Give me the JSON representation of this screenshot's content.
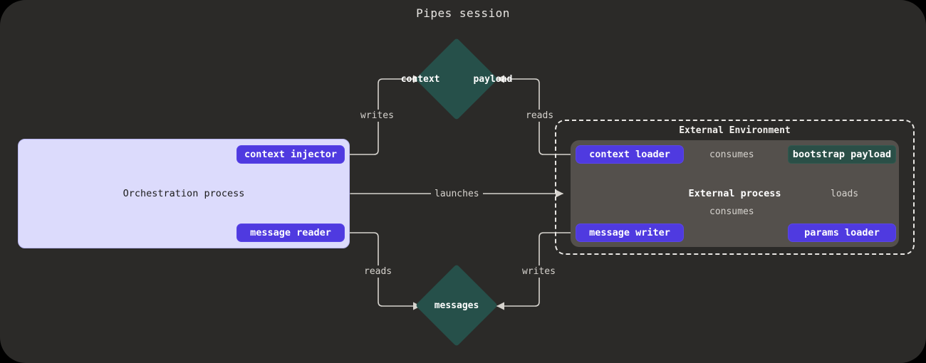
{
  "title": "Pipes session",
  "colors": {
    "canvas_bg": "#2b2a28",
    "orchestration_bg": "#dcdbfc",
    "pill_purple": "#4f3ae0",
    "diamond_teal": "#26504a",
    "payload_teal": "#2a4f47",
    "external_process_gray": "#54504c",
    "edge_stroke": "#d6d3ce",
    "text_light": "#f2f0ed",
    "text_dark": "#1c1c1c"
  },
  "orchestration": {
    "label": "Orchestration process",
    "nodes": [
      {
        "id": "context-injector",
        "label": "context injector"
      },
      {
        "id": "message-reader",
        "label": "message reader"
      }
    ]
  },
  "external_environment": {
    "label": "External Environment",
    "process_label": "External process",
    "nodes": [
      {
        "id": "context-loader",
        "label": "context loader"
      },
      {
        "id": "message-writer",
        "label": "message writer"
      },
      {
        "id": "params-loader",
        "label": "params loader"
      },
      {
        "id": "bootstrap-payload",
        "label": "bootstrap payload"
      }
    ]
  },
  "stores": [
    {
      "id": "context-payload",
      "line1": "context",
      "line2": "payload"
    },
    {
      "id": "messages",
      "line1": "messages",
      "line2": ""
    }
  ],
  "edges": [
    {
      "id": "writes-context",
      "label": "writes",
      "from": "context-injector",
      "to": "context-payload"
    },
    {
      "id": "reads-context",
      "label": "reads",
      "from": "context-loader",
      "to": "context-payload"
    },
    {
      "id": "launches",
      "label": "launches",
      "from": "orchestration-process",
      "to": "external-process"
    },
    {
      "id": "reads-messages",
      "label": "reads",
      "from": "message-reader",
      "to": "messages"
    },
    {
      "id": "writes-messages",
      "label": "writes",
      "from": "message-writer",
      "to": "messages"
    },
    {
      "id": "consumes-context-loader",
      "label": "consumes",
      "from": "context-loader",
      "to": "bootstrap-payload"
    },
    {
      "id": "consumes-message-writer",
      "label": "consumes",
      "from": "message-writer",
      "to": "bootstrap-payload"
    },
    {
      "id": "loads-params",
      "label": "loads",
      "from": "params-loader",
      "to": "bootstrap-payload"
    }
  ]
}
